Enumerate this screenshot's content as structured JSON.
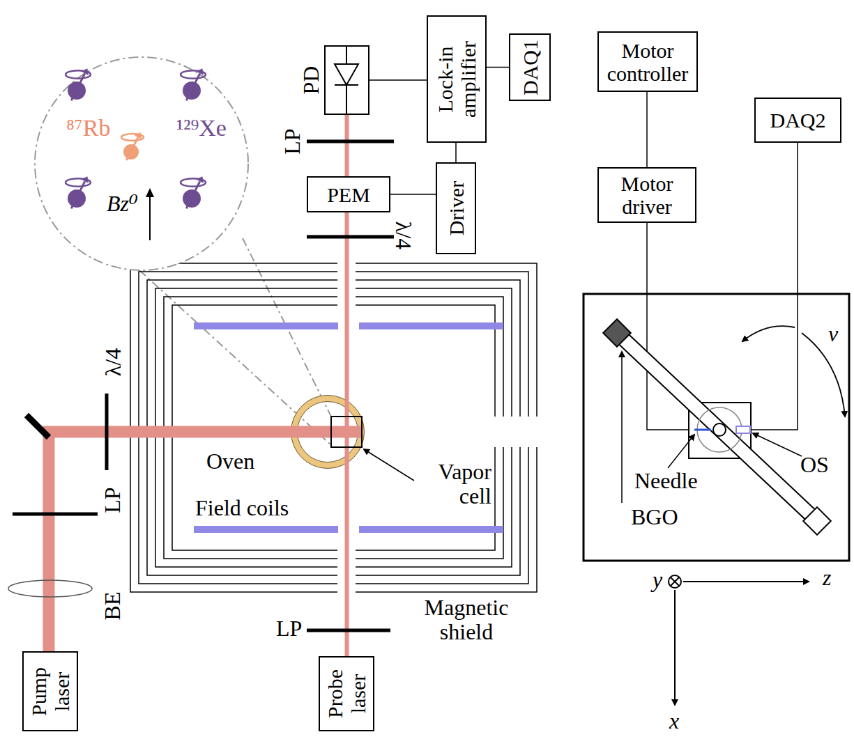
{
  "diagram": {
    "nodes": [
      {
        "text": [
          "⁸⁷Rb",
          "¹²⁹Xe",
          "Bz⁰"
        ]
      },
      {
        "text": [
          "PD"
        ]
      },
      {
        "text": [
          "Lock-in amplifier"
        ]
      },
      {
        "text": [
          "DAQ1"
        ]
      },
      {
        "text": [
          "PEM"
        ]
      },
      {
        "text": [
          "Driver"
        ]
      },
      {
        "text": [
          "Motor controller"
        ]
      },
      {
        "text": [
          "DAQ2"
        ]
      },
      {
        "text": [
          "Motor driver"
        ]
      },
      {
        "text": [
          "Pump laser"
        ]
      },
      {
        "text": [
          "Probe laser"
        ]
      }
    ],
    "edges": [
      {
        "from": 1,
        "to": 2,
        "arrow": "none"
      },
      {
        "from": 2,
        "to": 3,
        "arrow": "none"
      },
      {
        "from": 2,
        "to": 5,
        "arrow": "none"
      },
      {
        "from": 4,
        "to": 5,
        "arrow": "none"
      },
      {
        "from": 6,
        "to": 8,
        "arrow": "none"
      },
      {
        "from": 10,
        "to": 1,
        "arrow": "none"
      }
    ],
    "labels": [
      "LP",
      "λ/4",
      "λ/4",
      "Oven",
      "Vapor cell",
      "Field coils",
      "LP",
      "BE",
      "LP",
      "Magnetic shield",
      "BGO",
      "Needle",
      "OS",
      "ν",
      "y",
      "z",
      "x"
    ]
  }
}
